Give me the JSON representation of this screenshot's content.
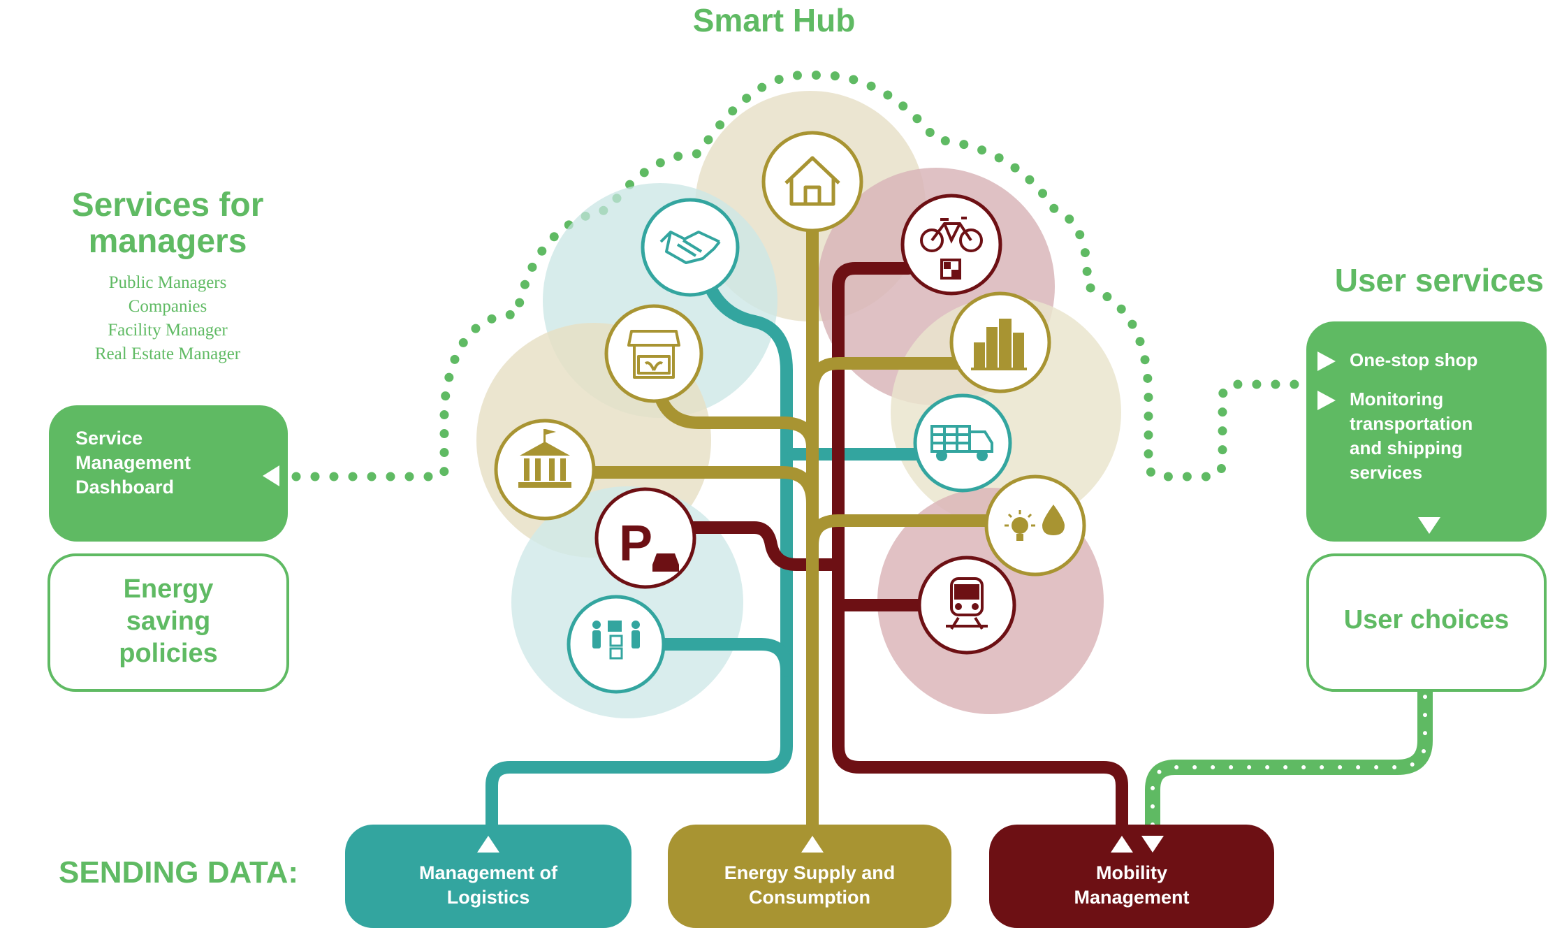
{
  "title": "Smart Hub",
  "managers": {
    "title_line1": "Services for",
    "title_line2": "managers",
    "list": [
      "Public Managers",
      "Companies",
      "Facility Manager",
      "Real Estate Manager"
    ]
  },
  "dashboard": {
    "line1": "Service",
    "line2": "Management",
    "line3": "Dashboard"
  },
  "energy_policies": {
    "line1": "Energy",
    "line2": "saving",
    "line3": "policies"
  },
  "user_services": {
    "title": "User services",
    "item1": "One-stop shop",
    "item2_line1": "Monitoring",
    "item2_line2": "transportation",
    "item2_line3": "and shipping",
    "item2_line4": "services"
  },
  "user_choices": "User choices",
  "sending_label": "SENDING DATA:",
  "outputs": {
    "logistics_line1": "Management of",
    "logistics_line2": "Logistics",
    "energy_line1": "Energy Supply and",
    "energy_line2": "Consumption",
    "mobility_line1": "Mobility",
    "mobility_line2": "Management"
  },
  "colors": {
    "green": "#5fba63",
    "teal": "#33a59f",
    "gold": "#a89432",
    "maroon": "#6d1014"
  },
  "icons": [
    "house-icon",
    "handshake-icon",
    "market-stall-icon",
    "bank-icon",
    "parking-icon",
    "people-exchange-icon",
    "bicycle-qr-icon",
    "buildings-icon",
    "truck-icon",
    "bulb-drop-icon",
    "train-icon"
  ]
}
